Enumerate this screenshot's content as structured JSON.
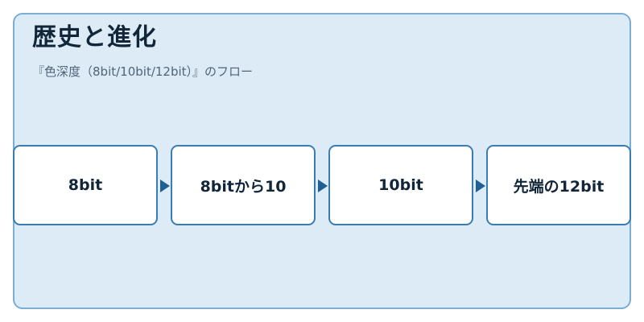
{
  "header": {
    "title": "歴史と進化",
    "subtitle": "『色深度（8bit/10bit/12bit）』のフロー"
  },
  "flow": {
    "steps": [
      {
        "label": "8bit"
      },
      {
        "label": "8bitから10"
      },
      {
        "label": "10bit"
      },
      {
        "label": "先端の12bit"
      }
    ]
  },
  "colors": {
    "panel_background": "#ddebf6",
    "panel_border": "#7aaed6",
    "step_border": "#3a7db3",
    "arrow": "#1f5f95",
    "title_text": "#12263a"
  }
}
